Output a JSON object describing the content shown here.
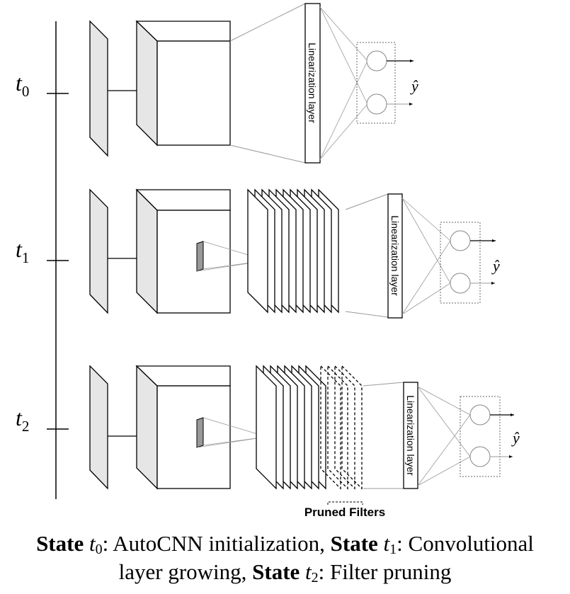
{
  "states": [
    {
      "t_label": "t",
      "t_sub": "0",
      "linearization_label": "Linearization layer",
      "yhat": "ŷ"
    },
    {
      "t_label": "t",
      "t_sub": "1",
      "linearization_label": "Linearization layer",
      "yhat": "ŷ"
    },
    {
      "t_label": "t",
      "t_sub": "2",
      "linearization_label": "Linearization layer",
      "yhat": "ŷ"
    }
  ],
  "pruned_filters_label": "Pruned Filters",
  "caption": {
    "state_word": "State",
    "t": "t",
    "sub0": "0",
    "part1": ": AutoCNN initialization, ",
    "sub1": "1",
    "part2": ": Convolutional",
    "line2a": "layer growing, ",
    "sub2": "2",
    "part3": ": Filter pruning"
  },
  "colors": {
    "fill_gray": "#e6e6e6",
    "stroke": "#000000",
    "thin_line": "#999999"
  }
}
